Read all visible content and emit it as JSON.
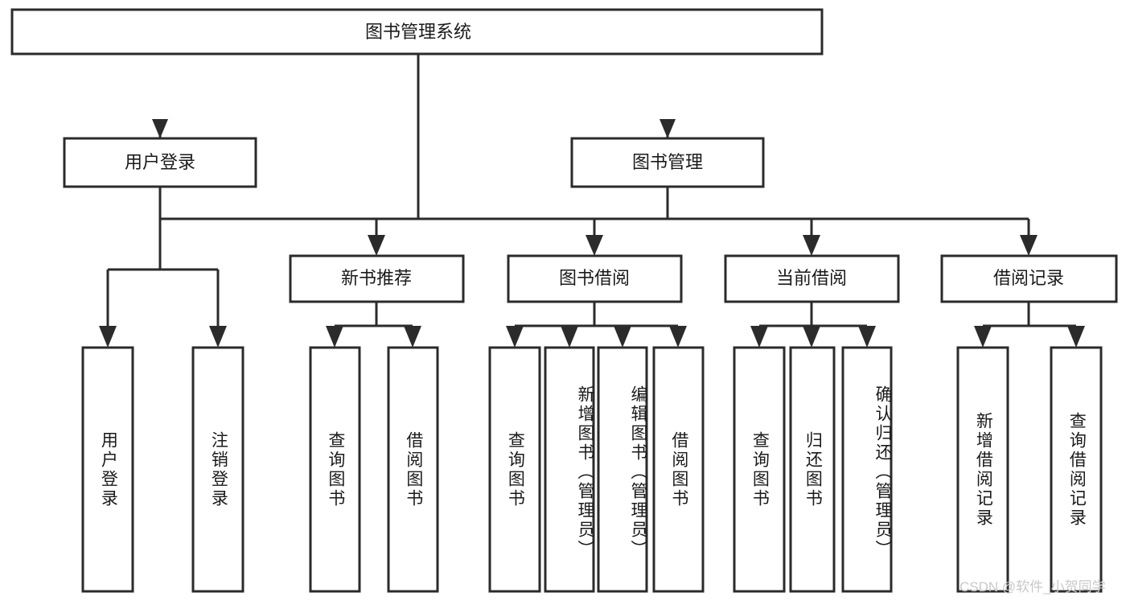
{
  "diagram": {
    "title": "图书管理系统",
    "type": "tree",
    "root": {
      "id": "root",
      "label": "图书管理系统",
      "orientation": "horizontal"
    },
    "level2": [
      {
        "id": "user-login",
        "label": "用户登录",
        "orientation": "horizontal"
      },
      {
        "id": "book-manage",
        "label": "图书管理",
        "orientation": "horizontal"
      }
    ],
    "level3": [
      {
        "id": "new-book-recommend",
        "label": "新书推荐",
        "orientation": "horizontal",
        "parent": "book-manage"
      },
      {
        "id": "book-borrow",
        "label": "图书借阅",
        "orientation": "horizontal",
        "parent": "book-manage"
      },
      {
        "id": "current-borrow",
        "label": "当前借阅",
        "orientation": "horizontal",
        "parent": "book-manage"
      },
      {
        "id": "borrow-record",
        "label": "借阅记录",
        "orientation": "horizontal",
        "parent": "book-manage"
      }
    ],
    "leaves": [
      {
        "id": "leaf-user-login",
        "label": "用户登录",
        "orientation": "vertical",
        "parent": "user-login"
      },
      {
        "id": "leaf-user-logout",
        "label": "注销登录",
        "orientation": "vertical",
        "parent": "user-login"
      },
      {
        "id": "leaf-query-book-rec",
        "label": "查询图书",
        "orientation": "vertical",
        "parent": "new-book-recommend"
      },
      {
        "id": "leaf-borrow-book-rec",
        "label": "借阅图书",
        "orientation": "vertical",
        "parent": "new-book-recommend"
      },
      {
        "id": "leaf-query-book-bor",
        "label": "查询图书",
        "orientation": "vertical",
        "parent": "book-borrow"
      },
      {
        "id": "leaf-add-book-admin",
        "label": "新增图书（管理员）",
        "orientation": "vertical",
        "parent": "book-borrow"
      },
      {
        "id": "leaf-edit-book-admin",
        "label": "编辑图书（管理员）",
        "orientation": "vertical",
        "parent": "book-borrow"
      },
      {
        "id": "leaf-borrow-book-bor",
        "label": "借阅图书",
        "orientation": "vertical",
        "parent": "book-borrow"
      },
      {
        "id": "leaf-query-book-cur",
        "label": "查询图书",
        "orientation": "vertical",
        "parent": "current-borrow"
      },
      {
        "id": "leaf-return-book",
        "label": "归还图书",
        "orientation": "vertical",
        "parent": "current-borrow"
      },
      {
        "id": "leaf-confirm-return-admin",
        "label": "确认归还（管理员）",
        "orientation": "vertical",
        "parent": "current-borrow"
      },
      {
        "id": "leaf-add-borrow-record",
        "label": "新增借阅记录",
        "orientation": "vertical",
        "parent": "borrow-record"
      },
      {
        "id": "leaf-query-borrow-record",
        "label": "查询借阅记录",
        "orientation": "vertical",
        "parent": "borrow-record"
      }
    ]
  },
  "watermark": {
    "text": "CSDN @软件_小贺同学"
  },
  "colors": {
    "stroke": "#2b2b2b",
    "fill": "#ffffff",
    "text": "#1a1a1a",
    "watermark": "#c9c9c9"
  }
}
